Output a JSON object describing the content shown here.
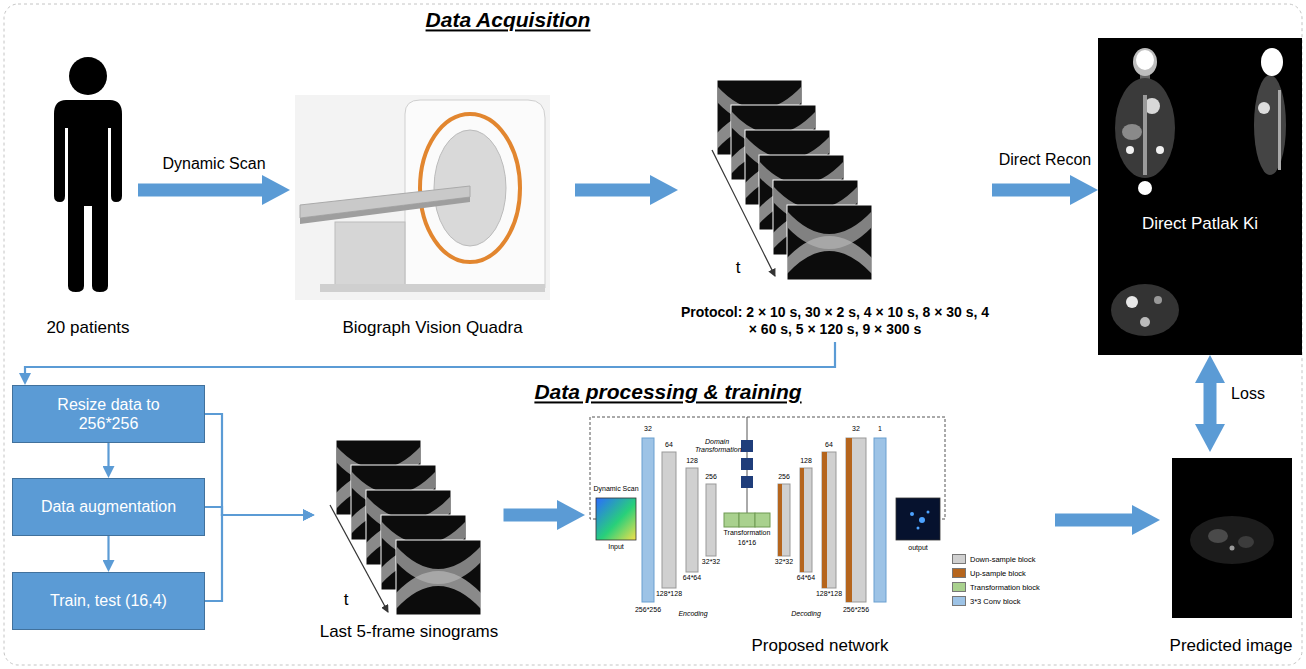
{
  "diagram": {
    "nodes": [
      {
        "text": [
          "20 patients"
        ]
      },
      {
        "text": [
          "Biograph Vision Quadra"
        ]
      },
      {
        "text": [
          "Protocol: 2 × 10 s, 30 × 2 s, 4 × 10 s, 8 × 30 s, 4 × 60 s, 5 × 120 s, 9 × 300 s"
        ]
      },
      {
        "text": [
          "Direct Patlak Ki"
        ]
      },
      {
        "text": [
          "Resize data to 256*256"
        ]
      },
      {
        "text": [
          "Data augmentation"
        ]
      },
      {
        "text": [
          "Train, test (16,4)"
        ]
      },
      {
        "text": [
          "Last 5-frame sinograms"
        ]
      },
      {
        "text": [
          "Proposed network"
        ]
      },
      {
        "text": [
          "Predicted image"
        ]
      }
    ],
    "edges": [
      {
        "from": 0,
        "to": 1,
        "label": "Dynamic Scan",
        "arrow": "to"
      },
      {
        "from": 1,
        "to": 2,
        "arrow": "to"
      },
      {
        "from": 2,
        "to": 3,
        "label": "Direct Recon",
        "arrow": "to"
      },
      {
        "from": 2,
        "to": 4,
        "arrow": "to"
      },
      {
        "from": 4,
        "to": 5,
        "arrow": "to"
      },
      {
        "from": 5,
        "to": 6,
        "arrow": "to"
      },
      {
        "from": 4,
        "to": 7,
        "arrow": "to"
      },
      {
        "from": 5,
        "to": 7,
        "arrow": "to"
      },
      {
        "from": 6,
        "to": 7,
        "arrow": "to"
      },
      {
        "from": 7,
        "to": 8,
        "arrow": "to"
      },
      {
        "from": 8,
        "to": 9,
        "arrow": "to"
      },
      {
        "from": 9,
        "to": 3,
        "label": "Loss",
        "arrow": "both"
      }
    ],
    "labels": [
      "Data Acquisition",
      "Data processing & training",
      "t",
      "t",
      "Dynamic Scan",
      "Input",
      "Domain Transformation",
      "32",
      "64",
      "128",
      "256",
      "16*16",
      "Transformation",
      "256",
      "128",
      "64",
      "32",
      "1",
      "output",
      "256*256",
      "128*128",
      "64*64",
      "32*32",
      "32*32",
      "64*64",
      "128*128",
      "256*256",
      "Encoding",
      "Decoding"
    ],
    "legend": [
      {
        "text": "Down-sample block",
        "color": "#d0d0d0"
      },
      {
        "text": "Up-sample block",
        "color": "#b5651d"
      },
      {
        "text": "Transformation block",
        "color": "#a9d18e"
      },
      {
        "text": "3*3 Conv block",
        "color": "#9dc3e6"
      }
    ]
  }
}
